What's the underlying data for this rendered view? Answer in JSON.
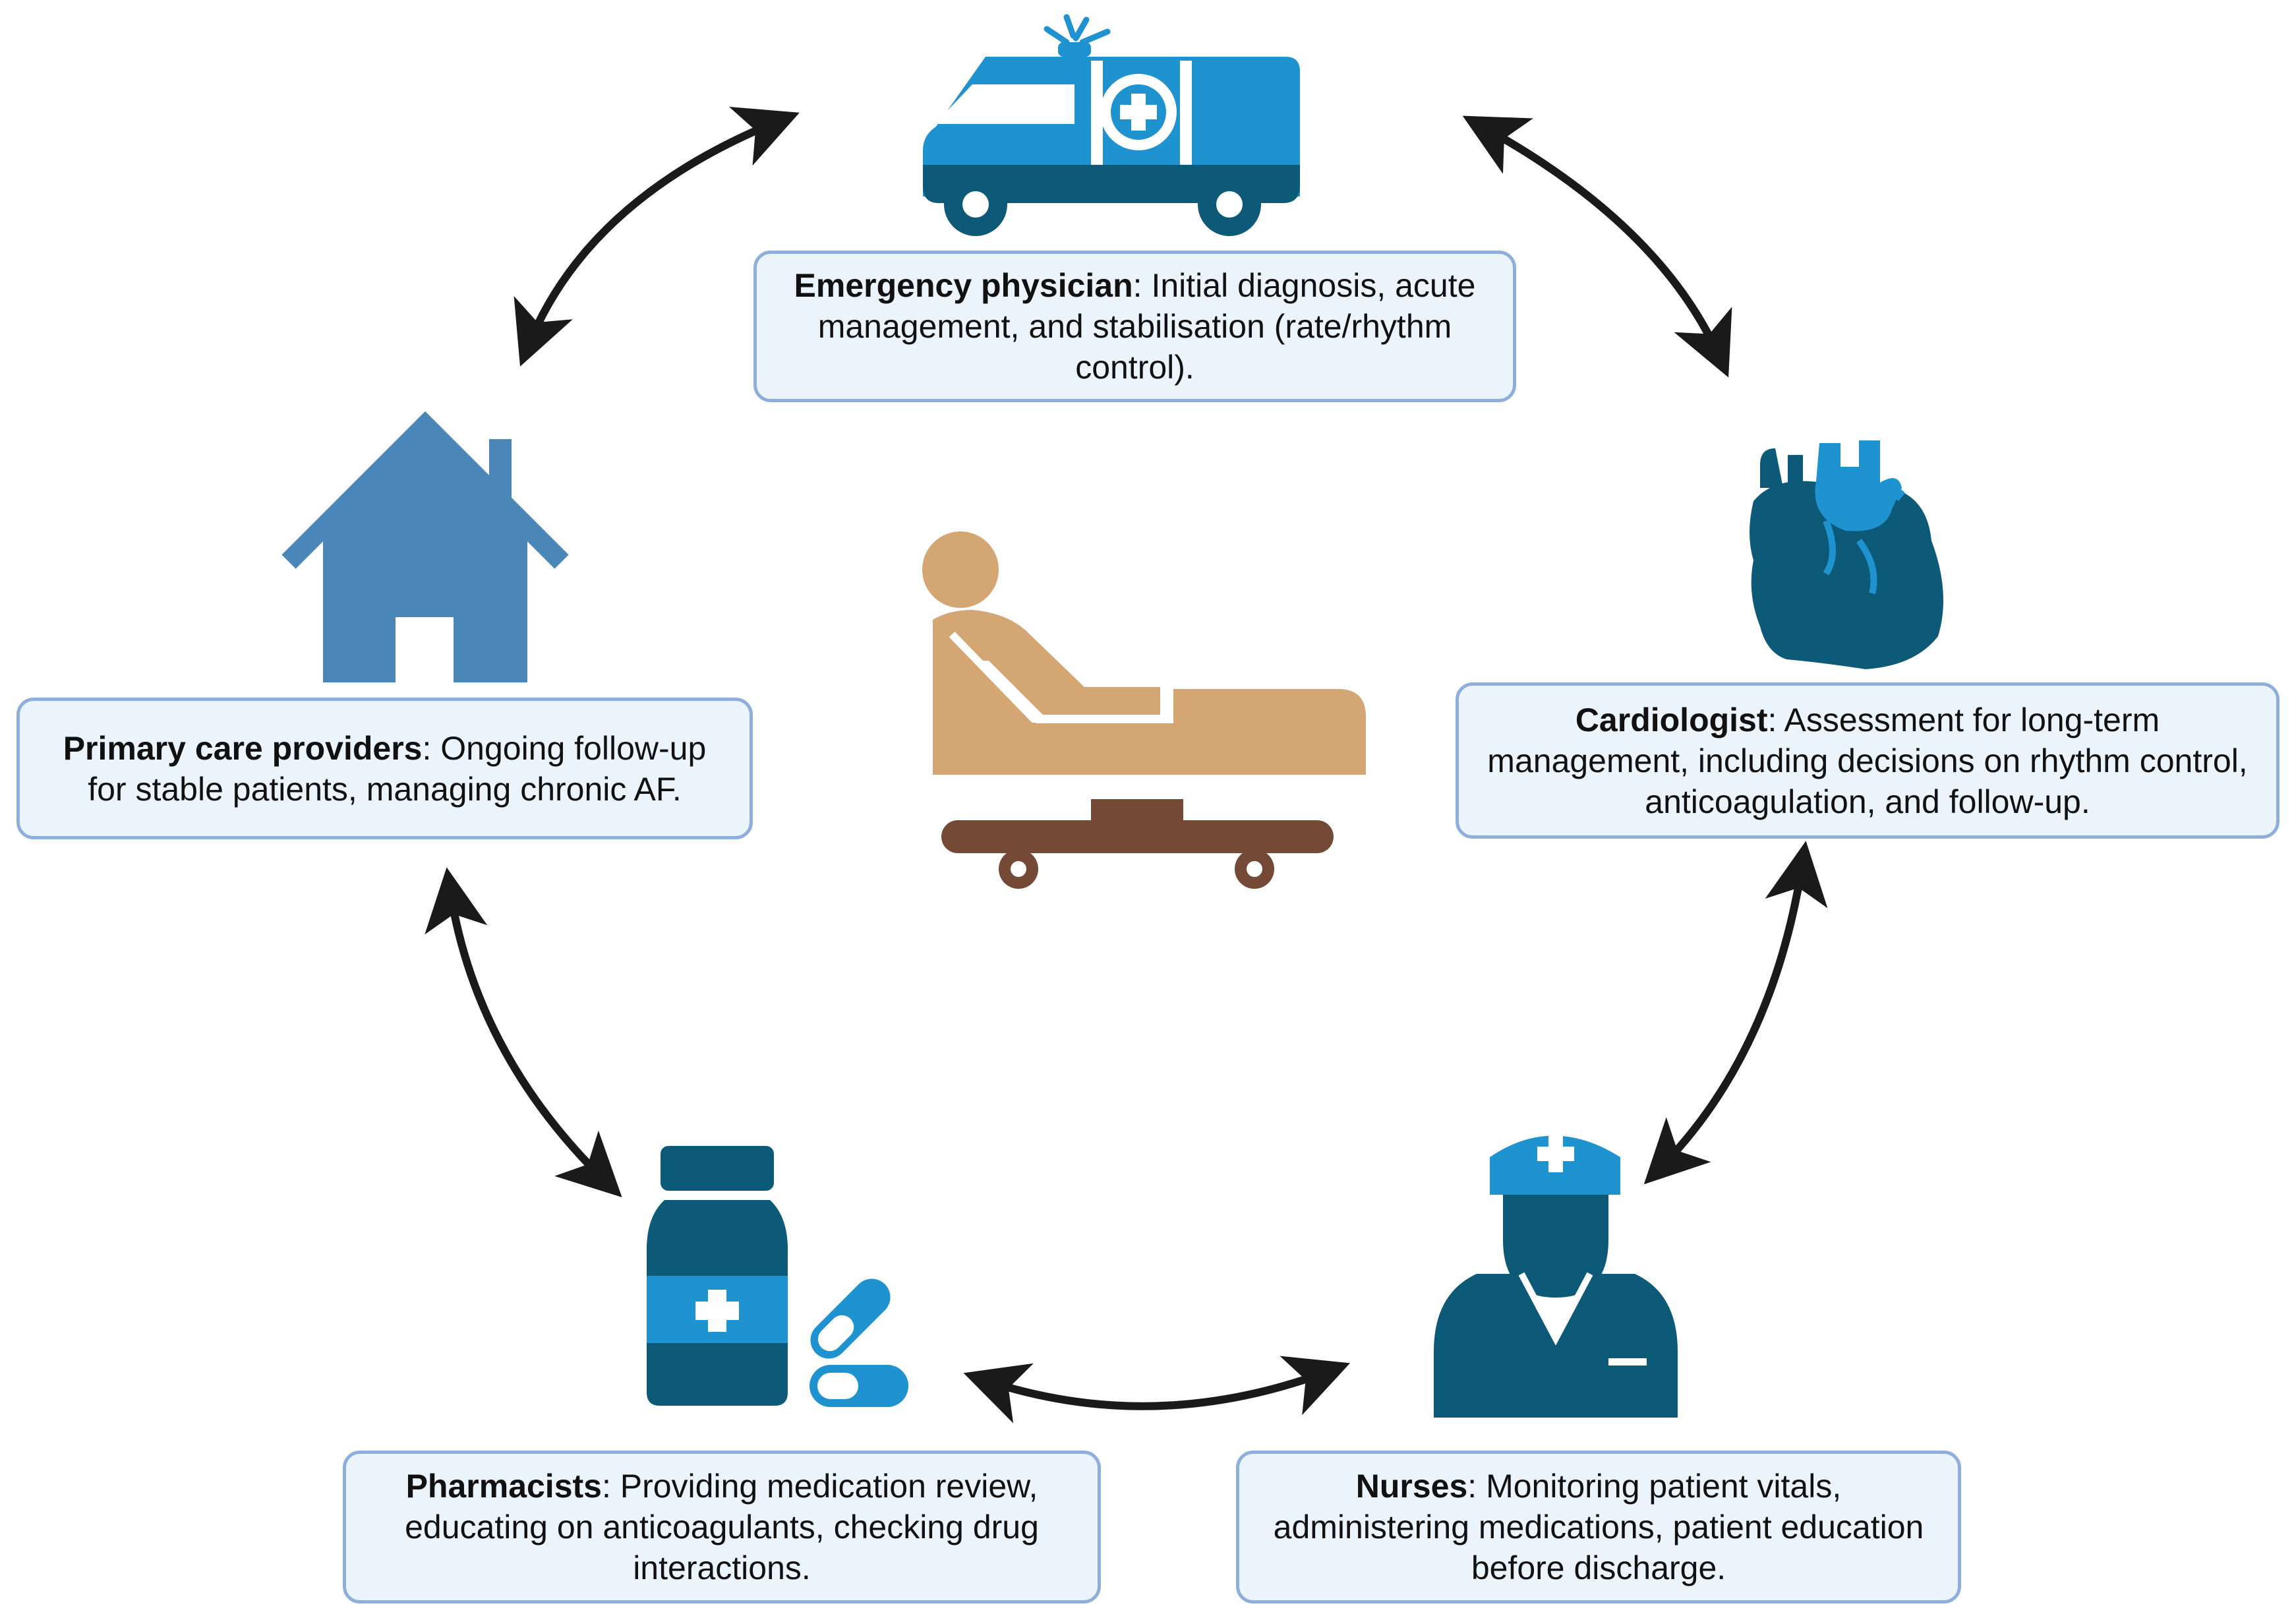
{
  "roles": {
    "emergency": {
      "title": "Emergency physician",
      "desc": ": Initial diagnosis, acute management, and stabilisation (rate/rhythm control).",
      "icon": "ambulance-icon"
    },
    "primary_care": {
      "title": "Primary care providers",
      "desc": ": Ongoing follow-up for stable patients, managing chronic AF.",
      "icon": "house-icon"
    },
    "cardiologist": {
      "title": "Cardiologist",
      "desc": ": Assessment for long-term management, including decisions on rhythm control, anticoagulation, and follow-up.",
      "icon": "heart-icon"
    },
    "pharmacists": {
      "title": "Pharmacists",
      "desc": ": Providing medication review, educating on anticoagulants, checking drug interactions.",
      "icon": "medicine-bottle-icon"
    },
    "nurses": {
      "title": "Nurses",
      "desc": ": Monitoring patient vitals, administering medications, patient education before discharge.",
      "icon": "nurse-icon"
    }
  },
  "center": {
    "icon": "patient-in-bed-icon"
  },
  "colors": {
    "dark_teal": "#0c5a78",
    "light_blue": "#1e93d0",
    "house_blue": "#4a86b8",
    "bed_tan": "#d4a673",
    "bed_brown": "#744a36",
    "box_fill": "#ebf3fb",
    "box_border": "#8eaedc",
    "arrow": "#1a1a1a"
  }
}
